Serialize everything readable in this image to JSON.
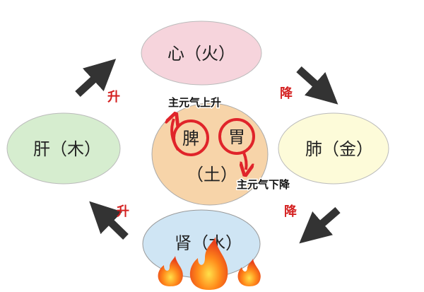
{
  "organs": {
    "heart": "心（火）",
    "liver": "肝（木）",
    "lung": "肺（金）",
    "kidney": "肾（水）",
    "spleen": "脾",
    "stomach": "胃",
    "earth": "（土）"
  },
  "labels": {
    "rise_left_top": "升",
    "descend_right_top": "降",
    "rise_left_bottom": "升",
    "descend_right_bottom": "降",
    "spleen_note": "主元气上升",
    "stomach_note": "主元气下降"
  },
  "colors": {
    "heart": "#f6d4dc",
    "liver": "#d6edcf",
    "lung": "#fdfbd9",
    "kidney": "#cfe5f4",
    "earth": "#f7d4a9",
    "accent": "#d42020"
  }
}
